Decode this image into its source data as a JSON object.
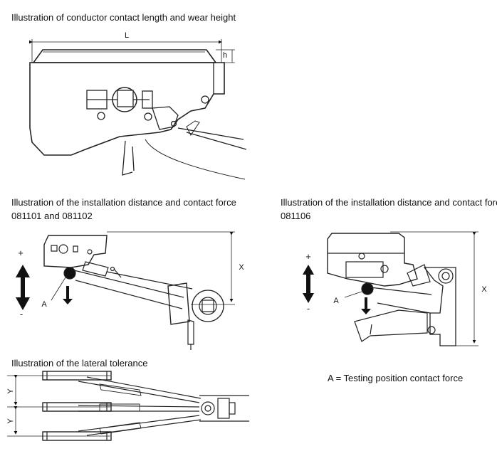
{
  "captions": {
    "wear": "Illustration of conductor contact length and wear height",
    "install_left_title": "Illustration of the installation distance and contact force",
    "install_left_models": "081101 and 081102",
    "install_right_title": "Illustration of the installation distance and contact force",
    "install_right_model": "081106",
    "lateral": "Illustration of the lateral tolerance",
    "legend": "A = Testing position contact force"
  },
  "labels": {
    "length": "L",
    "height": "h",
    "distance": "X",
    "plus": "+",
    "minus": "-",
    "point_a": "A",
    "tolerance": "Y"
  }
}
